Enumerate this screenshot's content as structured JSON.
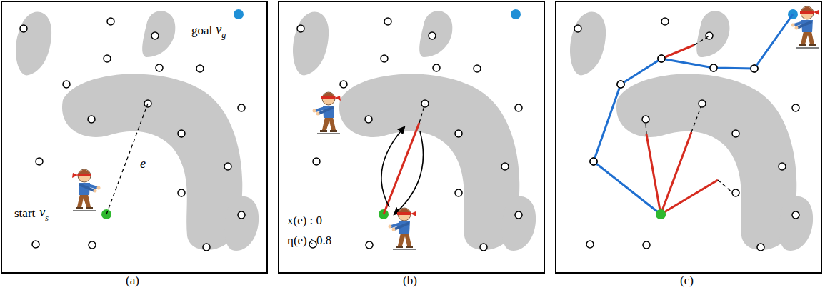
{
  "diagram": {
    "labels": [
      "goal",
      "v",
      "g",
      "start",
      "v",
      "s",
      "e",
      "x(e) : 0",
      "η(e) : 0.8",
      "(a)",
      "(b)",
      "(c)"
    ]
  }
}
